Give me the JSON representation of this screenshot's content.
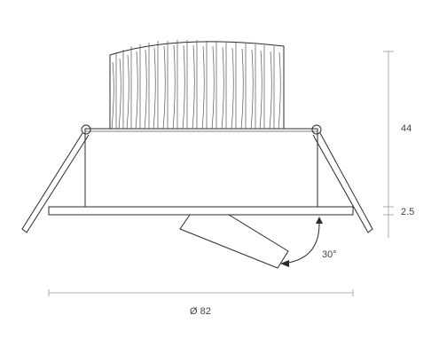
{
  "dimensions": {
    "height": "44",
    "flange_thickness": "2.5",
    "diameter": "Ø 82",
    "tilt_angle": "30°"
  }
}
